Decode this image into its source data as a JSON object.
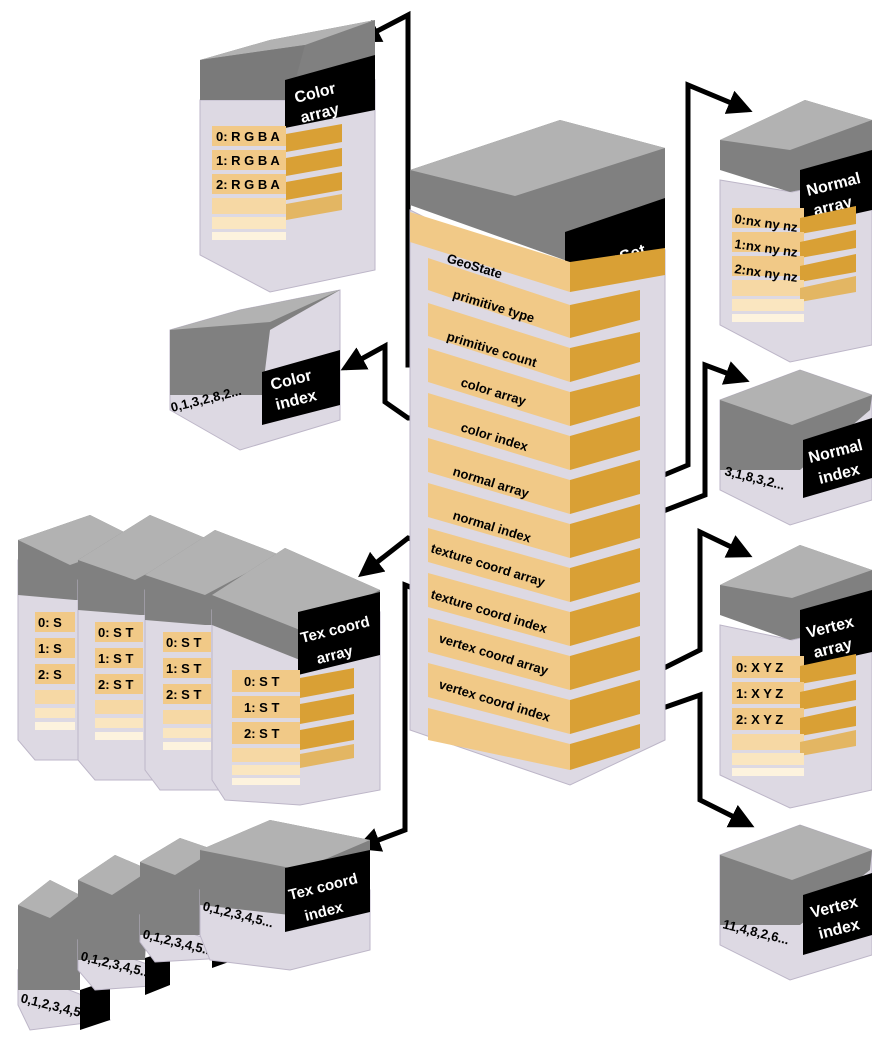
{
  "geoset": {
    "title": "pfGeoSet",
    "fields": [
      "GeoState",
      "primitive type",
      "primitive count",
      "color array",
      "color index",
      "normal array",
      "normal index",
      "texture coord array",
      "texture coord index",
      "vertex coord array",
      "vertex coord index"
    ]
  },
  "color_array": {
    "label": [
      "Color",
      "array"
    ],
    "rows": [
      "0: R G B A",
      "1: R G B A",
      "2: R G B A"
    ]
  },
  "color_index": {
    "label": [
      "Color",
      "index"
    ],
    "values": "0,1,3,2,8,2..."
  },
  "normal_array": {
    "label": [
      "Normal",
      "array"
    ],
    "rows": [
      "0:nx ny nz",
      "1:nx ny nz",
      "2:nx ny nz"
    ]
  },
  "normal_index": {
    "label": [
      "Normal",
      "index"
    ],
    "values": "3,1,8,3,2..."
  },
  "tex_coord_array": {
    "label": [
      "Tex coord",
      "array"
    ],
    "rows": [
      "0: S T",
      "1: S T",
      "2: S T"
    ],
    "back_rows": [
      [
        "0: S",
        "1: S",
        "2: S"
      ],
      [
        "0: S T",
        "1: S T",
        "2: S T"
      ],
      [
        "0: S T",
        "1: S T",
        "2: S T"
      ]
    ]
  },
  "tex_coord_index": {
    "label": [
      "Tex coord",
      "index"
    ],
    "values": "0,1,2,3,4,5...",
    "back_values": [
      "0,1,2,3,4,5...",
      "0,1,2,3,4,5...",
      "0,1,2,3,4,5..."
    ]
  },
  "vertex_array": {
    "label": [
      "Vertex",
      "array"
    ],
    "rows": [
      "0: X Y Z",
      "1: X Y Z",
      "2: X Y Z"
    ]
  },
  "vertex_index": {
    "label": [
      "Vertex",
      "index"
    ],
    "values": "11,4,8,2,6..."
  }
}
